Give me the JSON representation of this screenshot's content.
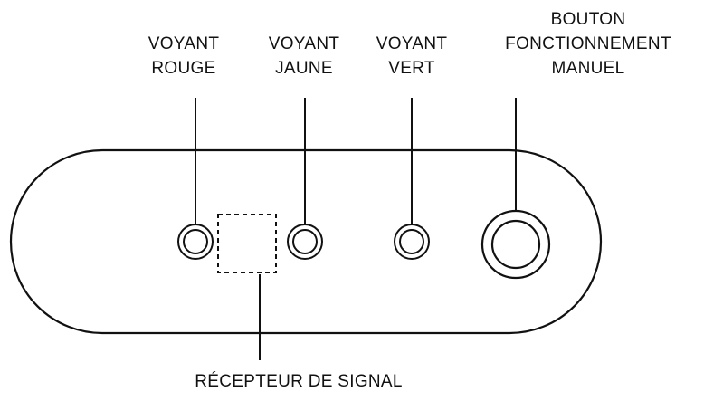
{
  "labels": {
    "red_light": [
      "VOYANT",
      "ROUGE"
    ],
    "yellow_light": [
      "VOYANT",
      "JAUNE"
    ],
    "green_light": [
      "VOYANT",
      "VERT"
    ],
    "manual_button": [
      "BOUTON",
      "FONCTIONNEMENT",
      "MANUEL"
    ],
    "signal_receiver": "RÉCEPTEUR DE SIGNAL"
  },
  "colors": {
    "stroke": "#111111",
    "background": "#ffffff"
  }
}
